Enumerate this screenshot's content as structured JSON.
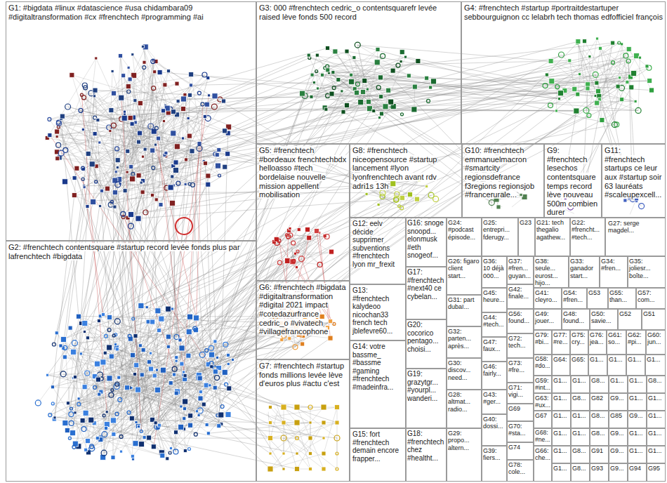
{
  "diagram": {
    "nodes": [
      {
        "text": [
          "G1: #bigdata #linux #datascience #usa chidambara09 #digitaltransformation #cx #frenchtech #programming #ai"
        ]
      },
      {
        "text": [
          "G3: 000 #frenchtech cedric_o contentsquarefr levée raised lève fonds 500 record"
        ]
      },
      {
        "text": [
          "G4: #frenchtech #startup #portraitdestartuper sebbourguignon cc lelabrh tech thomas edfofficiel françois"
        ]
      },
      {
        "text": [
          "G5: #frenchtech #bordeaux frenchtechbdx helloasso #tech bordelaise nouvelle mission appellent mobilisation"
        ]
      },
      {
        "text": [
          "G8: #frenchtech niceopensource #startup lancement #lyon lyonfrenchtech avant rdv adri1s 13h"
        ]
      },
      {
        "text": [
          "G10: #frenchtech emmanuelmacron #smartcity regionsdefrance f3regions regionsjob #francerurale..."
        ]
      },
      {
        "text": [
          "G9: #frenchtech lesechos contentsquare temps record lève nouveau 500m combien durer"
        ]
      },
      {
        "text": [
          "G11: #frenchtech startups ce leur aux #startup soir 63 lauréats #scaleupexcell..."
        ]
      },
      {
        "text": [
          "G2: #frenchtech contentsquare #startup record levée fonds plus par lafrenchtech #bigdata"
        ]
      },
      {
        "text": [
          "G6: #frenchtech #bigdata #digitaltransformation #digital 2021 impact #cotedazurfrance cedric_o #vivatech #villagefrancophone"
        ]
      },
      {
        "text": [
          "G7: #frenchtech #startup fonds millions levée lève d'euros plus #actu c'est"
        ]
      },
      {
        "text": [
          "G12: eelv décide supprimer subventions #frenchtech lyon mr_frexit"
        ]
      },
      {
        "text": [
          "G13: #frenchtech kalydeoo nicochan33 french tech jblefevre60..."
        ]
      },
      {
        "text": [
          "G14: votre bassme_ #bassme #gaming #frenchtech #madeinfra..."
        ]
      },
      {
        "text": [
          "G15: fort #frenchtech demain encore frapper..."
        ]
      },
      {
        "text": [
          "G16: snoge snoopd... elonmusk #eth snogeof..."
        ]
      },
      {
        "text": [
          "G17: #frenchtech #next40 ce cybelan..."
        ]
      },
      {
        "text": [
          "G20: cocorico pentago... choisi..."
        ]
      },
      {
        "text": [
          "G19: grazytgr... #yourpl... wanderi..."
        ]
      },
      {
        "text": [
          "G18: #frenchtech chez #healtht..."
        ]
      },
      {
        "text": [
          "G24: #podcast épisode..."
        ]
      },
      {
        "text": [
          "G26: figaro client start..."
        ]
      },
      {
        "text": [
          "G31: part dubaï..."
        ]
      },
      {
        "text": [
          "G32: parten... après..."
        ]
      },
      {
        "text": [
          "G30: discov... need..."
        ]
      },
      {
        "text": [
          "G28: altmat... radio..."
        ]
      },
      {
        "text": [
          "G29: propo... altern..."
        ]
      },
      {
        "text": [
          "G25: entrepri... fderugy..."
        ]
      },
      {
        "text": [
          "G36: 10 déjà 000..."
        ]
      },
      {
        "text": [
          "G45: heure..."
        ]
      },
      {
        "text": [
          "G44: #tech..."
        ]
      },
      {
        "text": [
          "G47: faux..."
        ]
      },
      {
        "text": [
          "G46: fairly..."
        ]
      },
      {
        "text": [
          "G43: #ger..."
        ]
      },
      {
        "text": [
          "G40: dossi..."
        ]
      },
      {
        "text": [
          "G39: fiers..."
        ]
      },
      {
        "text": [
          "G37: #fren... guyan..."
        ]
      },
      {
        "text": [
          "G42: finale..."
        ]
      },
      {
        "text": [
          "G56: found..."
        ]
      },
      {
        "text": [
          "G72: tech..."
        ]
      },
      {
        "text": [
          "G73: #fre..."
        ]
      },
      {
        "text": [
          "G71: vigi..."
        ]
      },
      {
        "text": [
          "G69"
        ]
      },
      {
        "text": [
          "G70: #sta..."
        ]
      },
      {
        "text": [
          "G74"
        ]
      },
      {
        "text": [
          "G78: cole..."
        ]
      },
      {
        "text": [
          "G23"
        ]
      },
      {
        "text": [
          "G21: tech thegalio agathew..."
        ]
      },
      {
        "text": [
          "G22: #frencht... #tech..."
        ]
      },
      {
        "text": [
          "G27: serge magdel..."
        ]
      },
      {
        "text": [
          "G38: seule... eurost... hijo..."
        ]
      },
      {
        "text": [
          "G33: ganador start..."
        ]
      },
      {
        "text": [
          "G34: #fren..."
        ]
      },
      {
        "text": [
          "G35: joliesr... boîte..."
        ]
      },
      {
        "text": [
          "G41: cleyro..."
        ]
      },
      {
        "text": [
          "G54: #fren..."
        ]
      },
      {
        "text": [
          "G53"
        ]
      },
      {
        "text": [
          "G55: than..."
        ]
      },
      {
        "text": [
          "G57: com..."
        ]
      },
      {
        "text": [
          "G49: jouer..."
        ]
      },
      {
        "text": [
          "G48: found..."
        ]
      },
      {
        "text": [
          "G50: savie..."
        ]
      },
      {
        "text": [
          "G52"
        ]
      },
      {
        "text": [
          "G51"
        ]
      },
      {
        "text": [
          "G79: #bi..."
        ]
      },
      {
        "text": [
          "G77: #re..."
        ]
      },
      {
        "text": [
          "G75: cry..."
        ]
      },
      {
        "text": [
          "G76: jea..."
        ]
      },
      {
        "text": [
          "G61: so..."
        ]
      },
      {
        "text": [
          "G62: #pi..."
        ]
      },
      {
        "text": [
          "G60: jun..."
        ]
      },
      {
        "text": [
          "G58: #do..."
        ]
      },
      {
        "text": [
          "G64:"
        ]
      },
      {
        "text": [
          "G65:"
        ]
      },
      {
        "text": [
          "G1..."
        ]
      },
      {
        "text": [
          "G1..."
        ]
      },
      {
        "text": [
          "G1..."
        ]
      },
      {
        "text": [
          "G1..."
        ]
      },
      {
        "text": [
          "G59: #int..."
        ]
      },
      {
        "text": [
          "G63: #ux..."
        ]
      },
      {
        "text": [
          "G67"
        ]
      },
      {
        "text": [
          "G68: #ne..."
        ]
      },
      {
        "text": [
          "G66: che..."
        ]
      },
      {
        "text": [
          "G1..."
        ]
      },
      {
        "text": [
          "G1..."
        ]
      },
      {
        "text": [
          "G8..."
        ]
      },
      {
        "text": [
          "G1..."
        ]
      },
      {
        "text": [
          "G1..."
        ]
      },
      {
        "text": [
          "G8..."
        ]
      },
      {
        "text": [
          "G1..."
        ]
      },
      {
        "text": [
          "G8..."
        ]
      },
      {
        "text": [
          "G82"
        ]
      },
      {
        "text": [
          "G9..."
        ]
      },
      {
        "text": [
          "G1..."
        ]
      },
      {
        "text": [
          "G1..."
        ]
      },
      {
        "text": [
          "G1..."
        ]
      },
      {
        "text": [
          "G1..."
        ]
      },
      {
        "text": [
          "G8..."
        ]
      },
      {
        "text": [
          "G85"
        ]
      },
      {
        "text": [
          "G9..."
        ]
      },
      {
        "text": [
          "G1..."
        ]
      },
      {
        "text": [
          "G1..."
        ]
      },
      {
        "text": [
          "G1..."
        ]
      },
      {
        "text": [
          "G8..."
        ]
      },
      {
        "text": [
          "G9..."
        ]
      },
      {
        "text": [
          "G1..."
        ]
      },
      {
        "text": [
          "G1..."
        ]
      },
      {
        "text": [
          "G1..."
        ]
      },
      {
        "text": [
          "G8..."
        ]
      },
      {
        "text": [
          "G91"
        ]
      },
      {
        "text": [
          "G9..."
        ]
      },
      {
        "text": [
          "G1..."
        ]
      },
      {
        "text": [
          "G1..."
        ]
      },
      {
        "text": [
          "G1..."
        ]
      },
      {
        "text": [
          "G8..."
        ]
      },
      {
        "text": [
          "G93"
        ]
      },
      {
        "text": [
          "G9..."
        ]
      },
      {
        "text": [
          "G94"
        ]
      },
      {
        "text": [
          "G95"
        ]
      }
    ]
  }
}
